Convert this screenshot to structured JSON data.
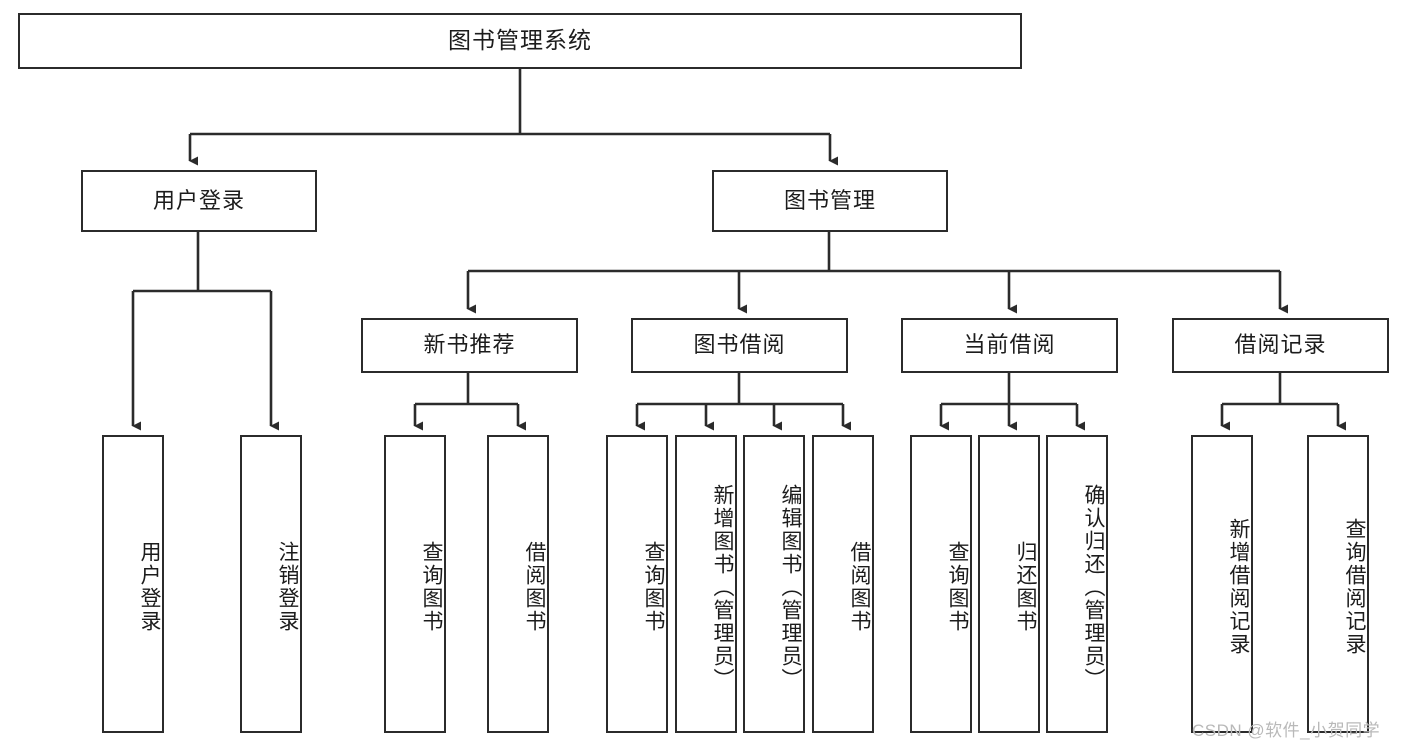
{
  "diagram": {
    "title": "图书管理系统",
    "type": "tree-hierarchy-chart",
    "orientation": "top-down",
    "line_color": "#2b2b2b",
    "box_fill": "#ffffff",
    "text_color": "#1c1c1c",
    "watermark": "CSDN @软件_小贺同学"
  },
  "nodes": {
    "root": {
      "label": "图书管理系统"
    },
    "level2": [
      {
        "label": "用户登录"
      },
      {
        "label": "图书管理"
      }
    ],
    "level3": [
      {
        "label": "新书推荐"
      },
      {
        "label": "图书借阅"
      },
      {
        "label": "当前借阅"
      },
      {
        "label": "借阅记录"
      }
    ],
    "leaves_user_login": [
      {
        "label": "用户登录"
      },
      {
        "label": "注销登录"
      }
    ],
    "leaves_new_book": [
      {
        "label": "查询图书"
      },
      {
        "label": "借阅图书"
      }
    ],
    "leaves_borrow": [
      {
        "label": "查询图书"
      },
      {
        "label": "新增图书（管理员）"
      },
      {
        "label": "编辑图书（管理员）"
      },
      {
        "label": "借阅图书"
      }
    ],
    "leaves_current": [
      {
        "label": "查询图书"
      },
      {
        "label": "归还图书"
      },
      {
        "label": "确认归还（管理员）"
      }
    ],
    "leaves_records": [
      {
        "label": "新增借阅记录"
      },
      {
        "label": "查询借阅记录"
      }
    ]
  },
  "chart_data": {
    "type": "tree",
    "title": "图书管理系统",
    "root": "图书管理系统",
    "edges": [
      {
        "from": "图书管理系统",
        "to": "用户登录"
      },
      {
        "from": "图书管理系统",
        "to": "图书管理"
      },
      {
        "from": "用户登录",
        "to": "用户登录"
      },
      {
        "from": "用户登录",
        "to": "注销登录"
      },
      {
        "from": "图书管理",
        "to": "新书推荐"
      },
      {
        "from": "图书管理",
        "to": "图书借阅"
      },
      {
        "from": "图书管理",
        "to": "当前借阅"
      },
      {
        "from": "图书管理",
        "to": "借阅记录"
      },
      {
        "from": "新书推荐",
        "to": "查询图书"
      },
      {
        "from": "新书推荐",
        "to": "借阅图书"
      },
      {
        "from": "图书借阅",
        "to": "查询图书"
      },
      {
        "from": "图书借阅",
        "to": "新增图书（管理员）"
      },
      {
        "from": "图书借阅",
        "to": "编辑图书（管理员）"
      },
      {
        "from": "图书借阅",
        "to": "借阅图书"
      },
      {
        "from": "当前借阅",
        "to": "查询图书"
      },
      {
        "from": "当前借阅",
        "to": "归还图书"
      },
      {
        "from": "当前借阅",
        "to": "确认归还（管理员）"
      },
      {
        "from": "借阅记录",
        "to": "新增借阅记录"
      },
      {
        "from": "借阅记录",
        "to": "查询借阅记录"
      }
    ],
    "depth": 4,
    "node_count": 20
  }
}
